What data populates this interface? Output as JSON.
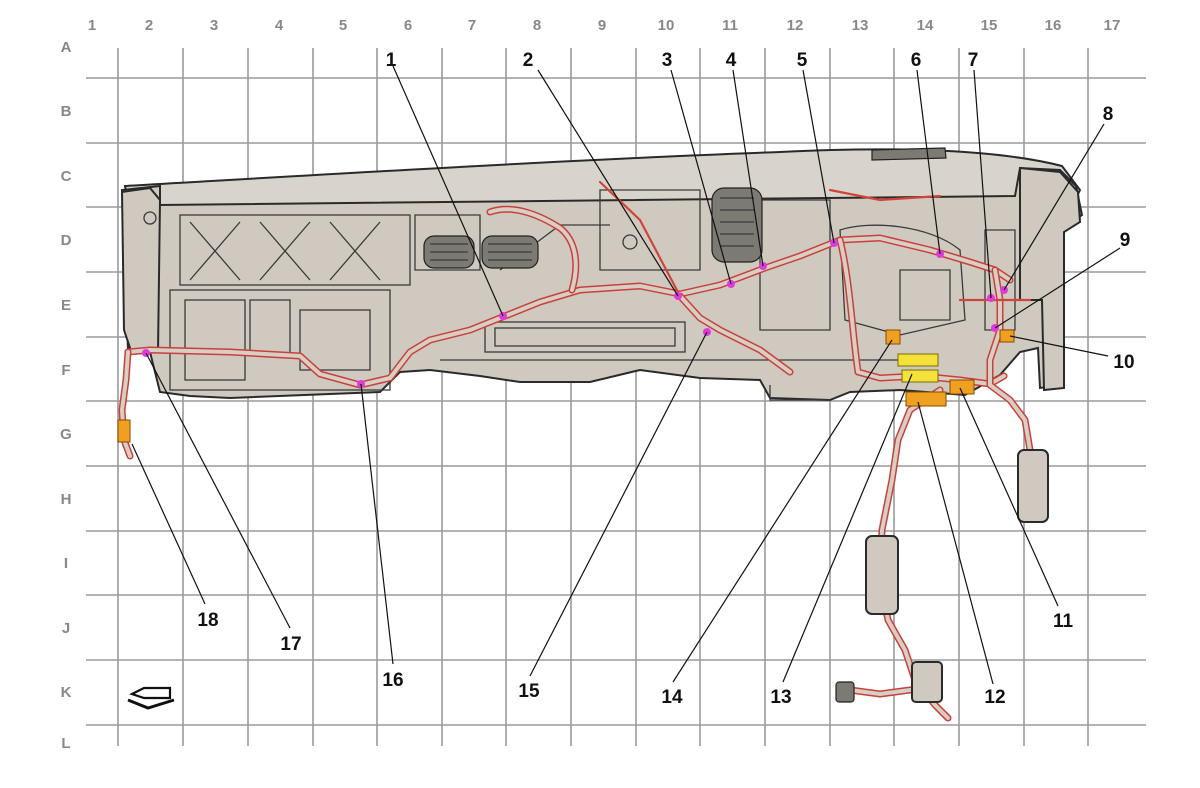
{
  "grid": {
    "columns": [
      "1",
      "2",
      "3",
      "4",
      "5",
      "6",
      "7",
      "8",
      "9",
      "10",
      "11",
      "12",
      "13",
      "14",
      "15",
      "16",
      "17"
    ],
    "rows": [
      "A",
      "B",
      "C",
      "D",
      "E",
      "F",
      "G",
      "H",
      "I",
      "J",
      "K",
      "L"
    ]
  },
  "callouts": [
    "1",
    "2",
    "3",
    "4",
    "5",
    "6",
    "7",
    "8",
    "9",
    "10",
    "11",
    "12",
    "13",
    "14",
    "15",
    "16",
    "17",
    "18"
  ],
  "icons": {
    "direction_arrow": "front-direction-arrow-icon"
  },
  "colors": {
    "harness": "#c9403a",
    "connector_marker": "#e03adf",
    "connector_block": "#f0a020"
  }
}
